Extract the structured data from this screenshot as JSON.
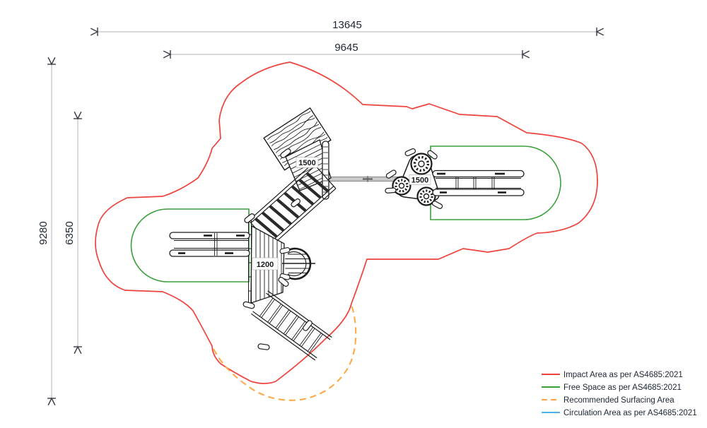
{
  "dimensions": {
    "top_outer": "13645",
    "top_inner": "9645",
    "left_outer": "9280",
    "left_inner": "6350"
  },
  "equipment_labels": {
    "upper_platform": "1500",
    "spinner_platform": "1500",
    "main_deck": "1200"
  },
  "legend": {
    "items": [
      {
        "label": "Impact Area as per AS4685:2021",
        "color": "#f0423c",
        "style": "solid"
      },
      {
        "label": "Free Space as per AS4685:2021",
        "color": "#3aa03c",
        "style": "solid"
      },
      {
        "label": "Recommended Surfacing Area",
        "color": "#ffa640",
        "style": "dashed"
      },
      {
        "label": "Circulation Area as per AS4685:2021",
        "color": "#4ab3e8",
        "style": "solid"
      }
    ]
  },
  "colors": {
    "impact_area": "#f0423c",
    "free_space": "#3aa03c",
    "surfacing": "#ffa640",
    "circulation": "#4ab3e8",
    "dimension_line": "#c0c0c8",
    "dimension_marker": "#3c3c48",
    "dimension_text": "#1c2533",
    "equipment": "#1b1b1b",
    "connector_bar": "#c8c8c8"
  }
}
